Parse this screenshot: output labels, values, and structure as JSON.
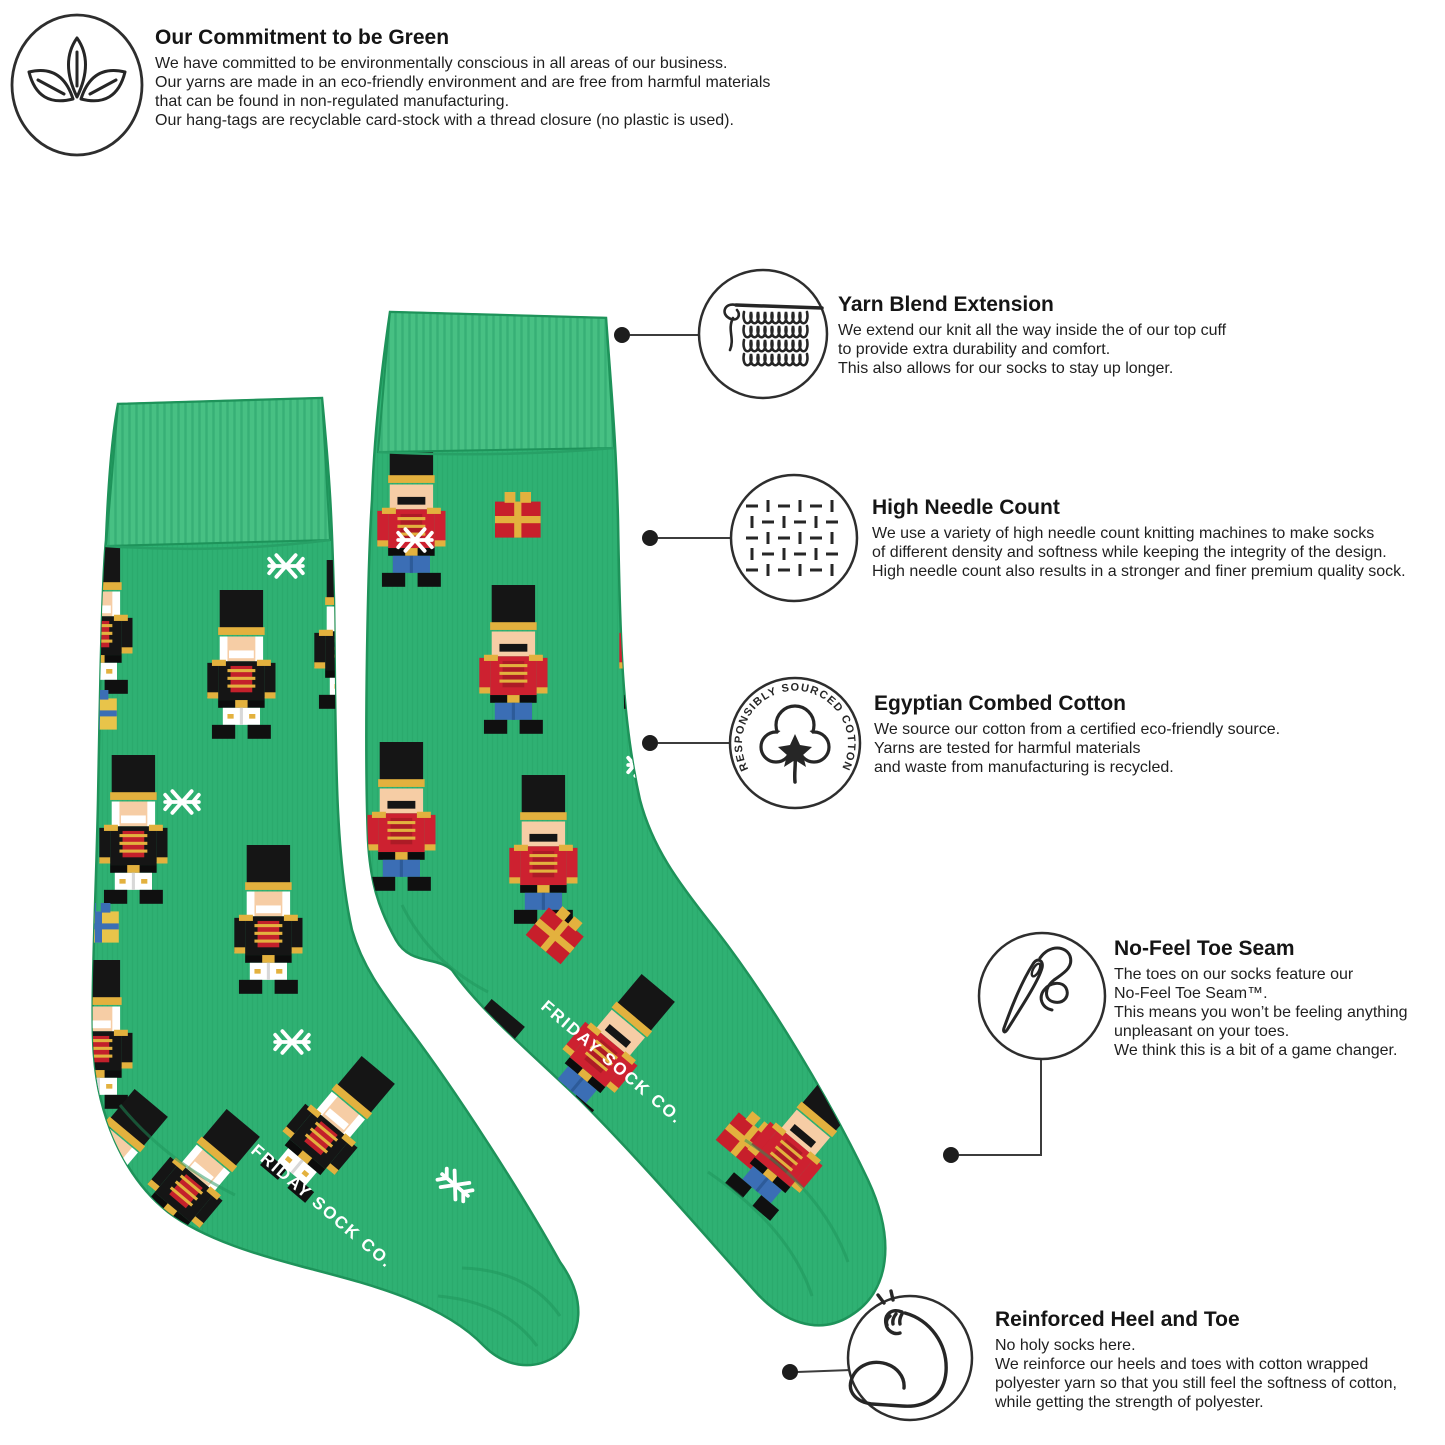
{
  "colors": {
    "sock_green": "#2FB173",
    "cuff_green": "#47C083",
    "sock_edge": "#1E935A",
    "nutcracker_red": "#CD2130",
    "gold": "#E3B13E",
    "ribbon_blue": "#3B6EB5",
    "ink": "#1f1f1f"
  },
  "brand_text": "FRIDAY SOCK CO.",
  "icons": {
    "commitment": "leaves-icon",
    "yarn": "knit-stitches-icon",
    "needle": "weave-pattern-icon",
    "cotton": "cotton-boll-icon",
    "toe": "sewing-needle-thread-icon",
    "heel": "flexed-bicep-icon"
  },
  "features": {
    "commitment": {
      "title": "Our Commitment to be Green",
      "lines": [
        "We have committed to be environmentally conscious in all areas of our business.",
        "Our yarns are made in an eco-friendly environment and are free from harmful materials",
        "that can be found in non-regulated manufacturing.",
        "Our hang-tags are recyclable card-stock with a thread closure (no plastic is used)."
      ]
    },
    "yarn": {
      "title": "Yarn Blend Extension",
      "lines": [
        "We extend our knit all the way inside the of our top cuff",
        "to provide extra durability and comfort.",
        "This also allows for our socks to stay up longer."
      ]
    },
    "needle": {
      "title": "High Needle Count",
      "lines": [
        "We use a variety of high needle count knitting machines to make socks",
        "of different density and softness while keeping the integrity of the design.",
        "High needle count also results in a stronger and finer premium quality sock."
      ]
    },
    "cotton": {
      "title": "Egyptian Combed Cotton",
      "badge": "RESPONSIBLY SOURCED COTTON",
      "lines": [
        "We source our cotton from a certified eco-friendly source.",
        "Yarns are tested for harmful materials",
        "and waste from manufacturing is recycled."
      ]
    },
    "toe": {
      "title": "No-Feel Toe Seam",
      "lines": [
        "The toes on our socks feature our",
        "No-Feel Toe Seam™.",
        "This means you won’t be feeling anything",
        "unpleasant on your toes.",
        "We think this is a bit of a game changer."
      ]
    },
    "heel": {
      "title": "Reinforced Heel and Toe",
      "lines": [
        "No holy socks here.",
        "We reinforce our heels and toes with cotton wrapped",
        "polyester yarn so that you still feel the softness of cotton,",
        "while getting the strength of polyester."
      ]
    }
  }
}
